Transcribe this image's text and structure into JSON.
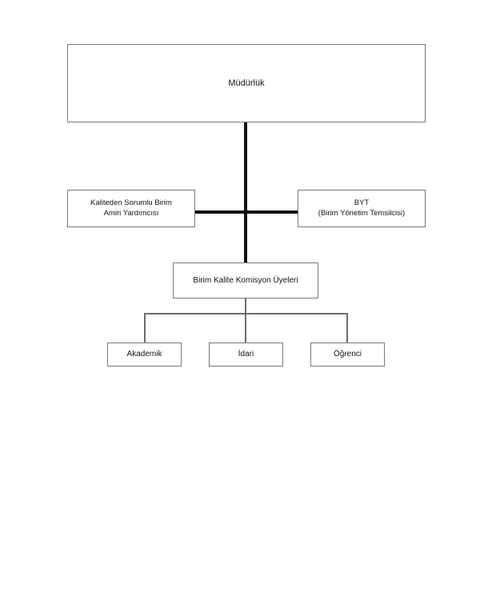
{
  "diagram": {
    "type": "organizational-chart",
    "background_color": "#ffffff",
    "box_border_color": "#7a7a7a",
    "thick_connector_color": "#111111",
    "thin_connector_color": "#6e6e6e",
    "nodes": {
      "mudurluk": {
        "label": "Müdürlük"
      },
      "kalite_yardimcisi": {
        "line1": "Kaliteden Sorumlu Birim",
        "line2": "Amiri Yardımcısı"
      },
      "byt": {
        "line1": "BYT",
        "line2": "(Birim Yönetim Temsilcisi)"
      },
      "komisyon": {
        "label": "Birim Kalite Komisyon Üyeleri"
      },
      "akademik": {
        "label": "Akademik"
      },
      "idari": {
        "label": "İdari"
      },
      "ogrenci": {
        "label": "Öğrenci"
      }
    }
  }
}
